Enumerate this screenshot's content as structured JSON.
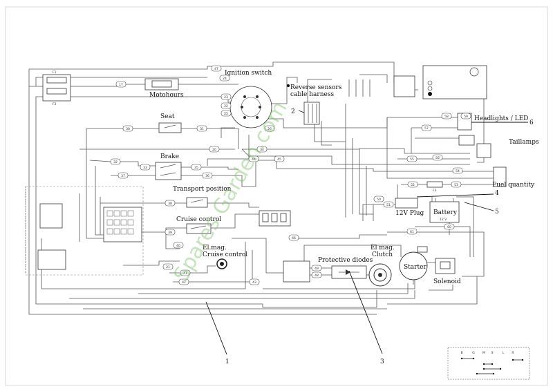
{
  "diagram": {
    "labels": {
      "ignition_switch": "Ignition switch",
      "motohours": "Motohours",
      "reverse_sensors_1": "Reverse sensors",
      "reverse_sensors_2": "cable harness",
      "seat": "Seat",
      "brake": "Brake",
      "transport_position": "Transport position",
      "cruise_control": "Cruise control",
      "el_mag_cruise_1": "El.mag.",
      "el_mag_cruise_2": "Cruise control",
      "protective_diodes": "Protective diodes",
      "el_mag_clutch_1": "El mag.",
      "el_mag_clutch_2": "Clutch",
      "starter": "Starter",
      "solenoid": "Solenoid",
      "headlights": "Headlights / LED",
      "taillamps": "Taillamps",
      "fuel_quantity": "Fuel quantity",
      "plug_12v": "12V Plug",
      "battery": "Battery",
      "battery_voltage": "12 V"
    },
    "callouts": [
      "1",
      "2",
      "3",
      "4",
      "5",
      "6"
    ],
    "watermark": "Spares Garden.com",
    "fuse_labels": [
      "F1",
      "F2",
      "F3"
    ],
    "wire_numbers": [
      "47",
      "17",
      "24",
      "23",
      "22",
      "25",
      "26",
      "20",
      "21",
      "34",
      "30",
      "31",
      "32",
      "33",
      "35",
      "36",
      "37",
      "38",
      "39",
      "40",
      "41",
      "42",
      "43",
      "44",
      "45",
      "46",
      "48",
      "49",
      "50",
      "51",
      "52",
      "53",
      "54",
      "55",
      "56",
      "57",
      "58",
      "59",
      "60",
      "61"
    ],
    "table_headers": [
      "B",
      "G",
      "M",
      "S",
      "L",
      "R"
    ]
  }
}
